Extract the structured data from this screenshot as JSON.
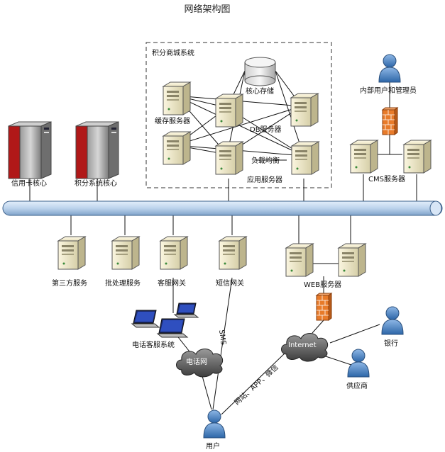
{
  "title": "网络架构图",
  "group": {
    "label": "积分商城系统"
  },
  "nodes": {
    "core_storage": "核心存储",
    "cache_servers": "缓存服务器",
    "db_servers": "DB服务器",
    "load_balance": "负载均衡",
    "app_servers": "应用服务器",
    "credit_card_core": "信用卡核心",
    "points_core": "积分系统核心",
    "internal_users": "内部用户和管理员",
    "cms_servers": "CMS服务器",
    "third_party": "第三方服务",
    "batch": "批处理服务",
    "cs_gateway": "客服网关",
    "sms_gateway": "短信网关",
    "web_servers": "WEB服务器",
    "call_center": "电话客服系统",
    "phone_network": "电话网",
    "internet": "Internet",
    "bank": "银行",
    "supplier": "供应商",
    "user": "用户"
  },
  "edges": {
    "sms": "SMS",
    "web_channels": "网站、APP、微信"
  },
  "colors": {
    "bus_fill": "#bcd3ec",
    "bus_stroke": "#3a5f8a",
    "person": "#4f86c6",
    "firewall": "#e87b2a",
    "mainframe_red": "#b01818"
  }
}
